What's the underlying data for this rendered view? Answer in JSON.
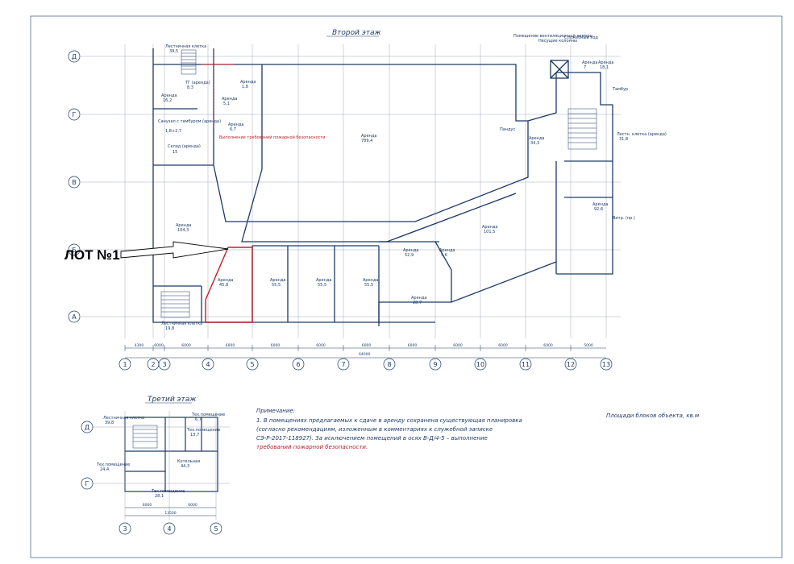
{
  "floor2": {
    "title": "Второй этаж",
    "axes_v": [
      "1",
      "2",
      "3",
      "4",
      "5",
      "6",
      "7",
      "8",
      "9",
      "10",
      "11",
      "12",
      "13"
    ],
    "axes_h": [
      "Д",
      "Г",
      "В",
      "Б",
      "А"
    ],
    "rooms": [
      {
        "name": "Лестничная клетка",
        "area": "39,5"
      },
      {
        "name": "ТГ (аренда)",
        "area": "8,3"
      },
      {
        "name": "Аренда",
        "area": "16,2"
      },
      {
        "name": "Аренда",
        "area": "1,8"
      },
      {
        "name": "Аренда",
        "area": "5,1"
      },
      {
        "name": "Аренда",
        "area": "6,7"
      },
      {
        "name": "Санузел с тамбуром (аренда)",
        "area": "1,8+2,7"
      },
      {
        "name": "Склад (аренда)",
        "area": "15"
      },
      {
        "name": "Аренда",
        "area": "5,6"
      },
      {
        "name": "Аренда",
        "area": "7"
      },
      {
        "name": "Аренда",
        "area": "789,4"
      },
      {
        "name": "Аренда",
        "area": "104,3"
      },
      {
        "name": "Аренда",
        "area": "45,8"
      },
      {
        "name": "Аренда",
        "area": "55,5"
      },
      {
        "name": "Аренда",
        "area": "55,5"
      },
      {
        "name": "Аренда",
        "area": "55,5"
      },
      {
        "name": "Аренда",
        "area": "28,7"
      },
      {
        "name": "Аренда",
        "area": "52,9"
      },
      {
        "name": "Аренда",
        "area": "101,5"
      },
      {
        "name": "Аренда",
        "area": "34,3"
      },
      {
        "name": "Лестн. клетка (аренда)",
        "area": "31,8"
      },
      {
        "name": "Аренда",
        "area": "92,6"
      },
      {
        "name": "Аренда",
        "area": "18,1"
      },
      {
        "name": "Лестничная клетка",
        "area": "19,8"
      }
    ],
    "top_labels": [
      "Помещение вентиляционной камеры",
      "Несущие колонны",
      "Служебный ход",
      "Тамбур",
      "Витр. (пр.)",
      "Пандус"
    ],
    "dims_bottom": [
      "4300",
      "6000",
      "6000",
      "6000",
      "6000",
      "6000",
      "6000",
      "6000",
      "6000",
      "6000",
      "6000",
      "5000"
    ],
    "dims_total": "64000",
    "stamp": "Выполнение требований пожарной безопасности"
  },
  "floor3": {
    "title": "Третий этаж",
    "axes_v": [
      "3",
      "4",
      "5"
    ],
    "axes_h": [
      "Д",
      "Г"
    ],
    "rooms": [
      {
        "name": "Лестничная клетка",
        "area": "39,8"
      },
      {
        "name": "Тех.помещение",
        "area": "6,7"
      },
      {
        "name": "Тех.помещение",
        "area": "13,7"
      },
      {
        "name": "Котельная",
        "area": "44,3"
      },
      {
        "name": "Тех.помещение",
        "area": "24,4"
      },
      {
        "name": "Тех.помещение",
        "area": "28,1"
      }
    ],
    "dims_bottom": [
      "6000",
      "13500",
      "6000"
    ]
  },
  "lot_label": "ЛОТ №1",
  "note": {
    "heading": "Примечание:",
    "line1": "1. В помещениях предлагаемых к сдаче в аренду сохранена существующая планировка",
    "line2": "(согласно рекомендациям, изложенным в комментариях к служебной записке",
    "line3": "СЭ-Р-2017-118927). За исключением помещений в осях В-Д/4-5 – выполнение",
    "line4": "требований пожарной безопасности."
  },
  "areas_heading": "Площади блоков объекта, кв.м",
  "colors": {
    "line": "#1d3a66",
    "highlight": "#c0202a",
    "note_red": "#b0262f",
    "lot": "#000000"
  }
}
